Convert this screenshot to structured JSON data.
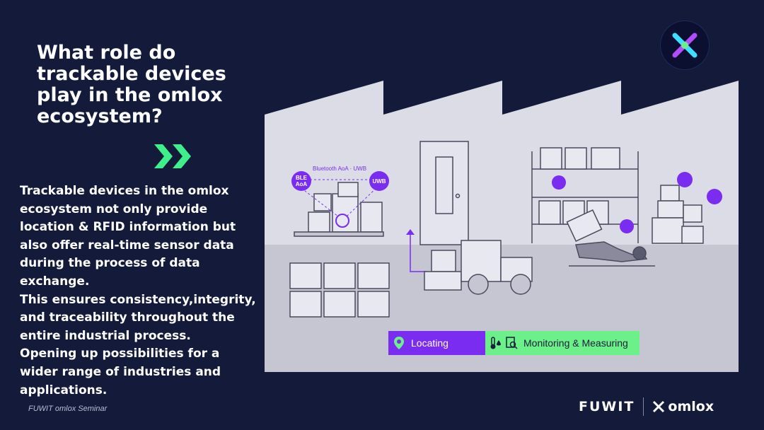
{
  "title": "What role do trackable devices play in the omlox ecosystem?",
  "body": {
    "p1": "Trackable devices in the omlox ecosystem not only provide location & RFID information but also offer real-time sensor data during the process of data exchange.",
    "p2": "This ensures consistency,integrity, and traceability throughout the entire industrial process.",
    "p3": "Opening up possibilities for a wider range of industries and applications."
  },
  "footnote": "FUWIT omlox Seminar",
  "scene": {
    "tech_caption": "Bluetooth AoA · UWB",
    "badge_ble_line1": "BLE",
    "badge_ble_line2": "AoA",
    "badge_uwb": "UWB"
  },
  "legend": {
    "locating": "Locating",
    "monitoring": "Monitoring & Measuring"
  },
  "brand": {
    "fuwit": "FUWIT",
    "omlox": "omlox"
  },
  "colors": {
    "background": "#131a3a",
    "accent_purple": "#7a2cf0",
    "accent_green": "#6cf08a",
    "scene_wall": "#dddde8",
    "scene_floor": "#c8c8d4"
  },
  "icons": {
    "locating": "map-pin-icon",
    "monitoring": "thermometer-droplet-icon",
    "measuring": "magnifier-doc-icon",
    "chevrons": "double-chevron-right-icon"
  }
}
